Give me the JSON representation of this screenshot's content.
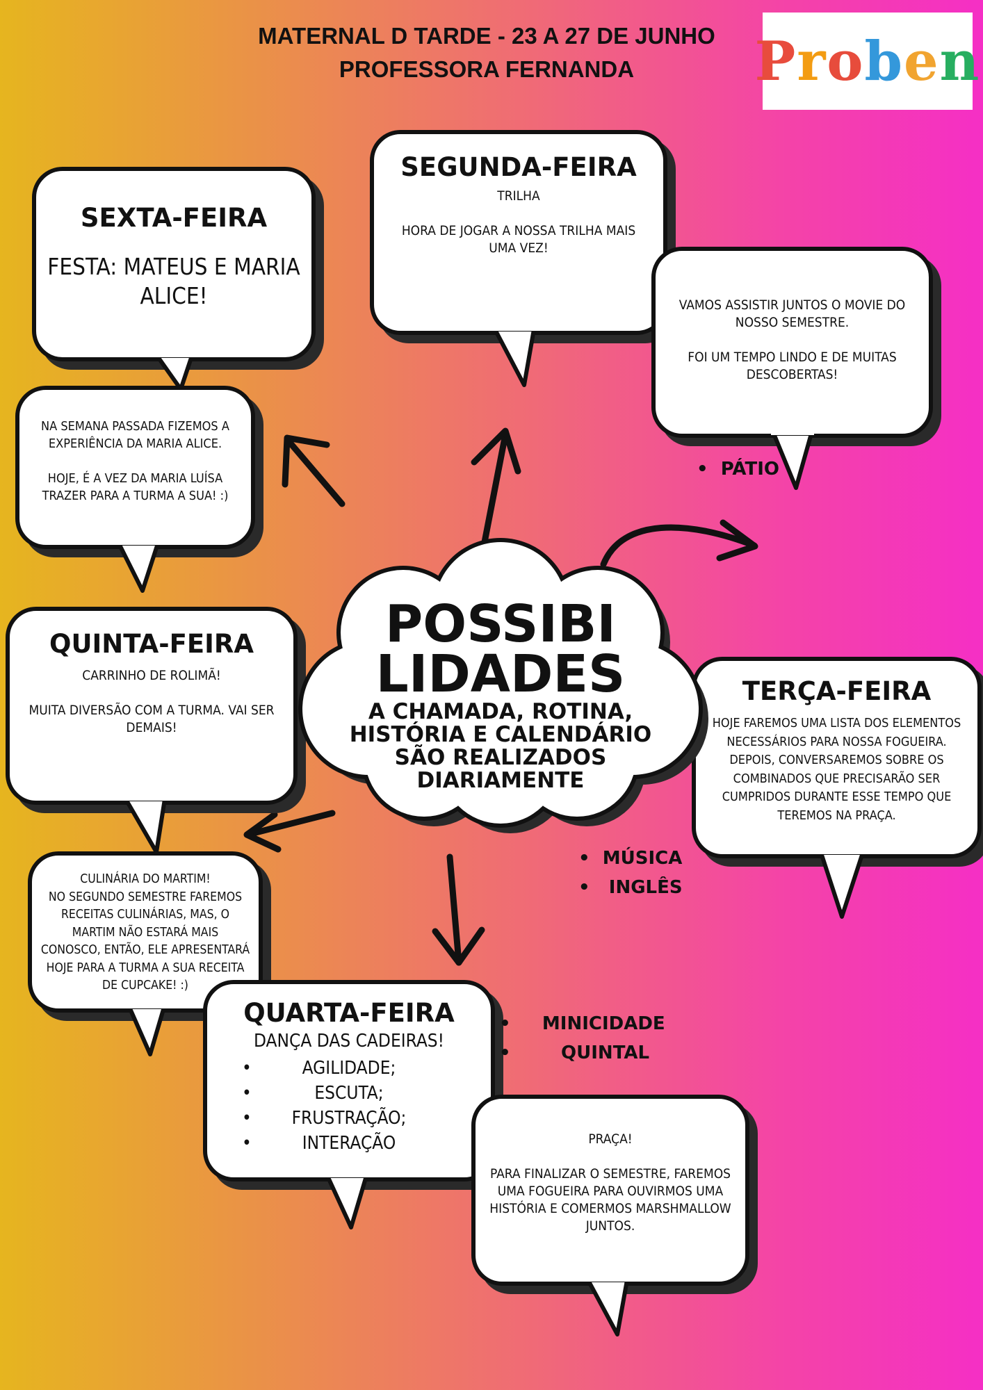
{
  "header": {
    "line1": "MATERNAL D TARDE - 23 A 27 DE JUNHO",
    "line2": "PROFESSORA FERNANDA"
  },
  "logo": {
    "letters": [
      "P",
      "r",
      "o",
      "b",
      "e",
      "n"
    ],
    "colors": [
      "#e84c3d",
      "#f39c12",
      "#e74c3c",
      "#3498db",
      "#f1a430",
      "#27ae60"
    ]
  },
  "center": {
    "title_line1": "POSSIBI",
    "title_line2": "LIDADES",
    "subtitle": "A CHAMADA, ROTINA,\nHISTÓRIA E CALENDÁRIO\nSÃO REALIZADOS\nDIARIAMENTE"
  },
  "segunda": {
    "title": "SEGUNDA-FEIRA",
    "text": "TRILHA\n\nHORA DE JOGAR A NOSSA TRILHA MAIS\nUMA VEZ!"
  },
  "movie": {
    "text": "VAMOS ASSISTIR JUNTOS O MOVIE DO\nNOSSO SEMESTRE.\n\nFOI UM TEMPO LINDO E DE MUITAS\nDESCOBERTAS!"
  },
  "patio": {
    "items": [
      "PÁTIO"
    ]
  },
  "sexta": {
    "title": "SEXTA-FEIRA",
    "text": "FESTA: MATEUS E MARIA\nALICE!"
  },
  "experiencia": {
    "text": "NA SEMANA PASSADA FIZEMOS A\nEXPERIÊNCIA DA MARIA ALICE.\n\nHOJE, É A VEZ DA MARIA LUÍSA\nTRAZER PARA A TURMA A SUA! :)"
  },
  "quinta": {
    "title": "QUINTA-FEIRA",
    "text": "CARRINHO DE ROLIMÃ!\n\nMUITA DIVERSÃO COM A TURMA. VAI SER\nDEMAIS!"
  },
  "culinaria": {
    "text": "CULINÁRIA DO MARTIM!\nNO SEGUNDO SEMESTRE FAREMOS\nRECEITAS CULINÁRIAS, MAS, O\nMARTIM NÃO ESTARÁ MAIS\nCONOSCO, ENTÃO, ELE APRESENTARÁ\nHOJE PARA A TURMA A SUA RECEITA\nDE CUPCAKE! :)"
  },
  "terca": {
    "title": "TERÇA-FEIRA",
    "text": "HOJE FAREMOS UMA LISTA DOS ELEMENTOS\nNECESSÁRIOS PARA NOSSA FOGUEIRA.\nDEPOIS, CONVERSAREMOS SOBRE OS\nCOMBINADOS QUE PRECISARÃO SER\nCUMPRIDOS DURANTE ESSE TEMPO QUE\nTEREMOS NA PRAÇA."
  },
  "musica": {
    "items": [
      "MÚSICA",
      "INGLÊS"
    ]
  },
  "quarta": {
    "title": "QUARTA-FEIRA",
    "subtitle": "DANÇA DAS CADEIRAS!",
    "items": [
      "AGILIDADE;",
      "ESCUTA;",
      "FRUSTRAÇÃO;",
      "INTERAÇÃO"
    ]
  },
  "minicidade": {
    "items": [
      "MINICIDADE",
      "QUINTAL"
    ]
  },
  "praca": {
    "text": "PRAÇA!\n\nPARA FINALIZAR O SEMESTRE, FAREMOS\nUMA FOGUEIRA PARA OUVIRMOS UMA\nHISTÓRIA E COMERMOS MARSHMALLOW\nJUNTOS."
  }
}
